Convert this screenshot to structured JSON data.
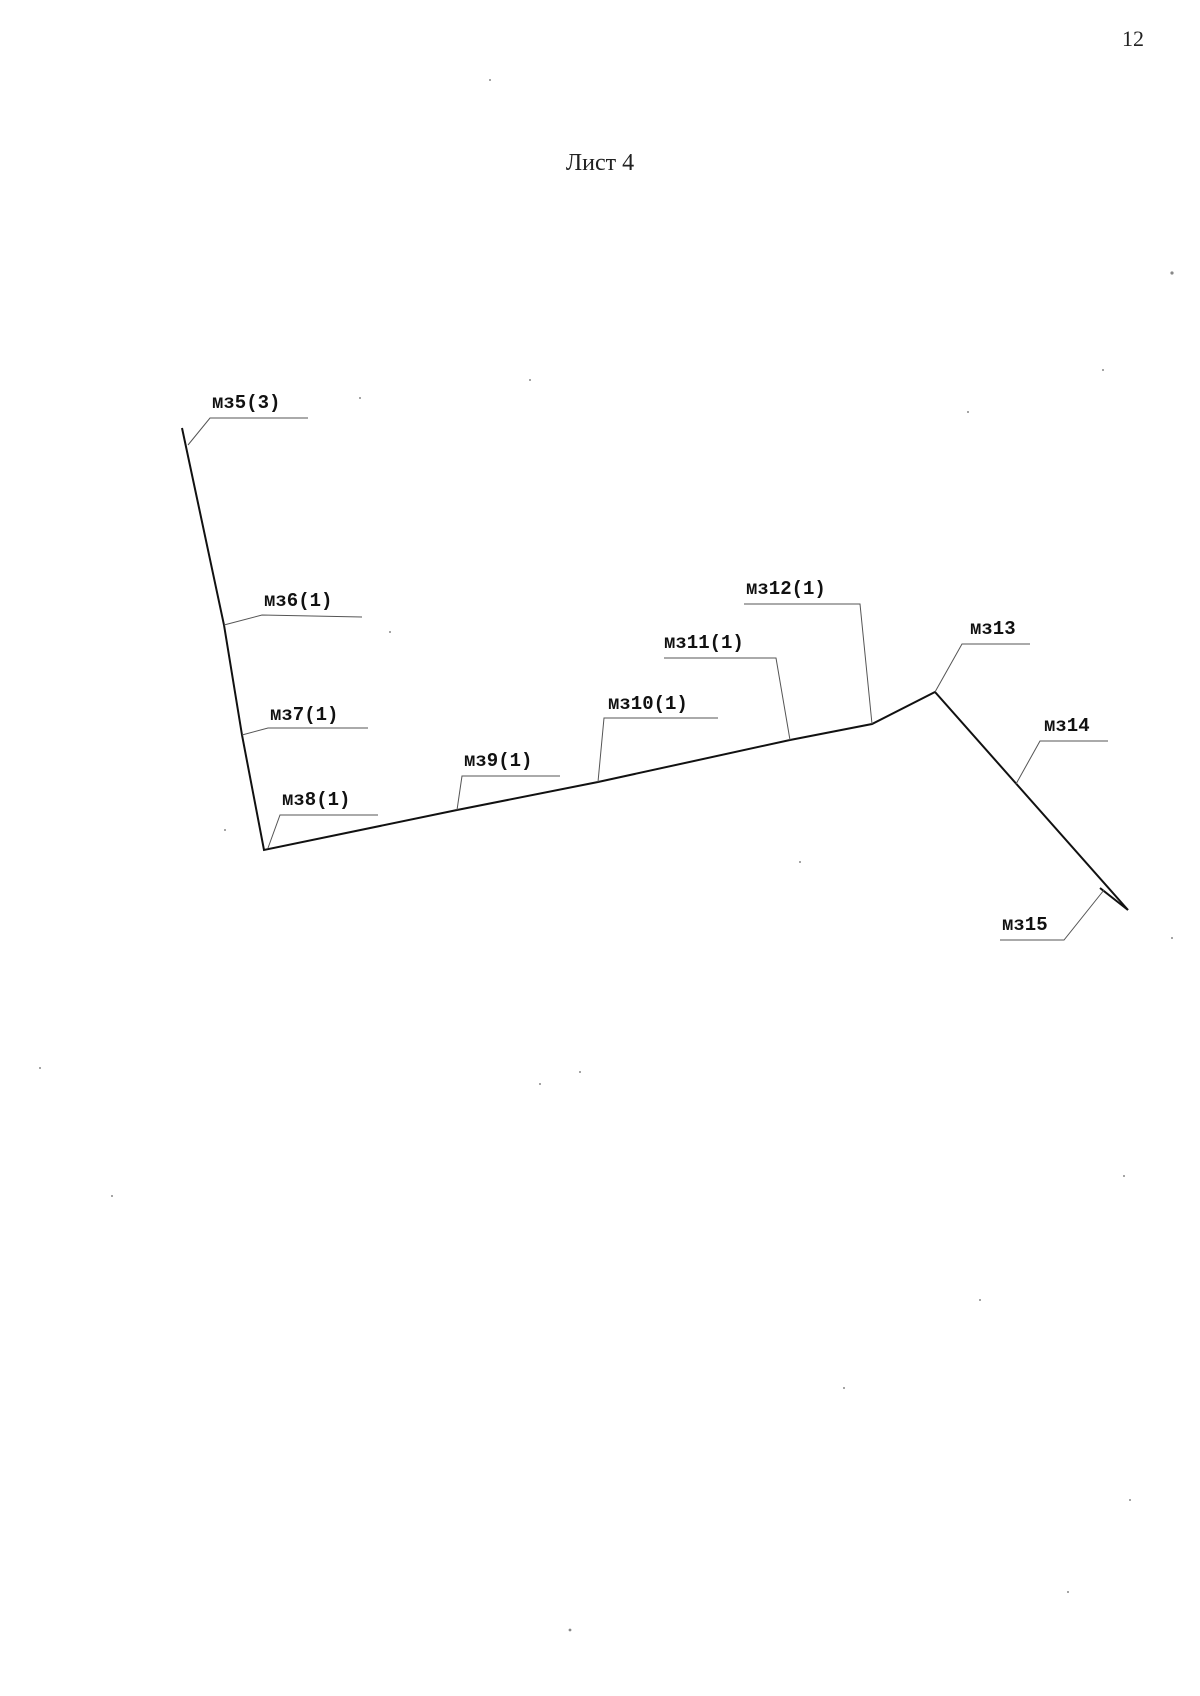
{
  "page": {
    "number": "12",
    "sheet_title": "Лист 4"
  },
  "plan": {
    "points": [
      {
        "id": "mz5",
        "label": "мз5(3)"
      },
      {
        "id": "mz6",
        "label": "мз6(1)"
      },
      {
        "id": "mz7",
        "label": "мз7(1)"
      },
      {
        "id": "mz8",
        "label": "мз8(1)"
      },
      {
        "id": "mz9",
        "label": "мз9(1)"
      },
      {
        "id": "mz10",
        "label": "мз10(1)"
      },
      {
        "id": "mz11",
        "label": "мз11(1)"
      },
      {
        "id": "mz12",
        "label": "мз12(1)"
      },
      {
        "id": "mz13",
        "label": "мз13"
      },
      {
        "id": "mz14",
        "label": "мз14"
      },
      {
        "id": "mz15",
        "label": "мз15"
      }
    ]
  }
}
